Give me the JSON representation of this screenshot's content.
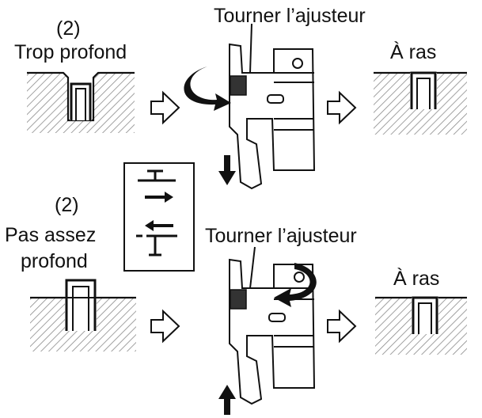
{
  "top": {
    "number": "(2)",
    "condition": "Trop profond",
    "action": "Tourner l’ajusteur",
    "result": "À ras"
  },
  "bottom": {
    "number": "(2)",
    "condition_line1": "Pas assez",
    "condition_line2": "profond",
    "action": "Tourner l’ajusteur",
    "result": "À ras"
  },
  "icons": {
    "flow_arrow": "hollow-right-arrow-icon",
    "depth_down": "down-arrow-icon",
    "depth_up": "up-arrow-icon",
    "rotate_cw": "curved-rotate-arrow-icon",
    "rotate_ccw": "curved-rotate-arrow-icon"
  },
  "colors": {
    "line": "#111111",
    "hatch": "#8a8a8a",
    "tool_fill": "#ffffff"
  }
}
